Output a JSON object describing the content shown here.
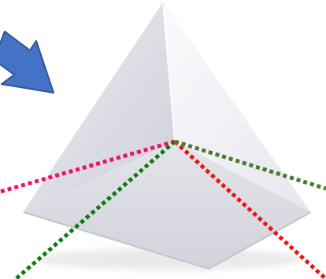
{
  "scene": {
    "background_color": "#ffffff",
    "pyramid": {
      "face_colors": {
        "left": "#d9d9e2",
        "right": "#f3f3f6",
        "bottom": "#e8e8ee",
        "rim": "#c8c8d2"
      }
    },
    "arrow": {
      "icon": "blue-arrow-icon",
      "fill": "#4472c4",
      "stroke": "#2f5597"
    },
    "dotted_lines": [
      {
        "name": "pink-dotted-line",
        "color": "#ee1166"
      },
      {
        "name": "dark-green-dotted-line-left",
        "color": "#0c7a10"
      },
      {
        "name": "red-dotted-line",
        "color": "#ee1111"
      },
      {
        "name": "olive-green-dotted-line-right",
        "color": "#4a7a30"
      }
    ]
  }
}
